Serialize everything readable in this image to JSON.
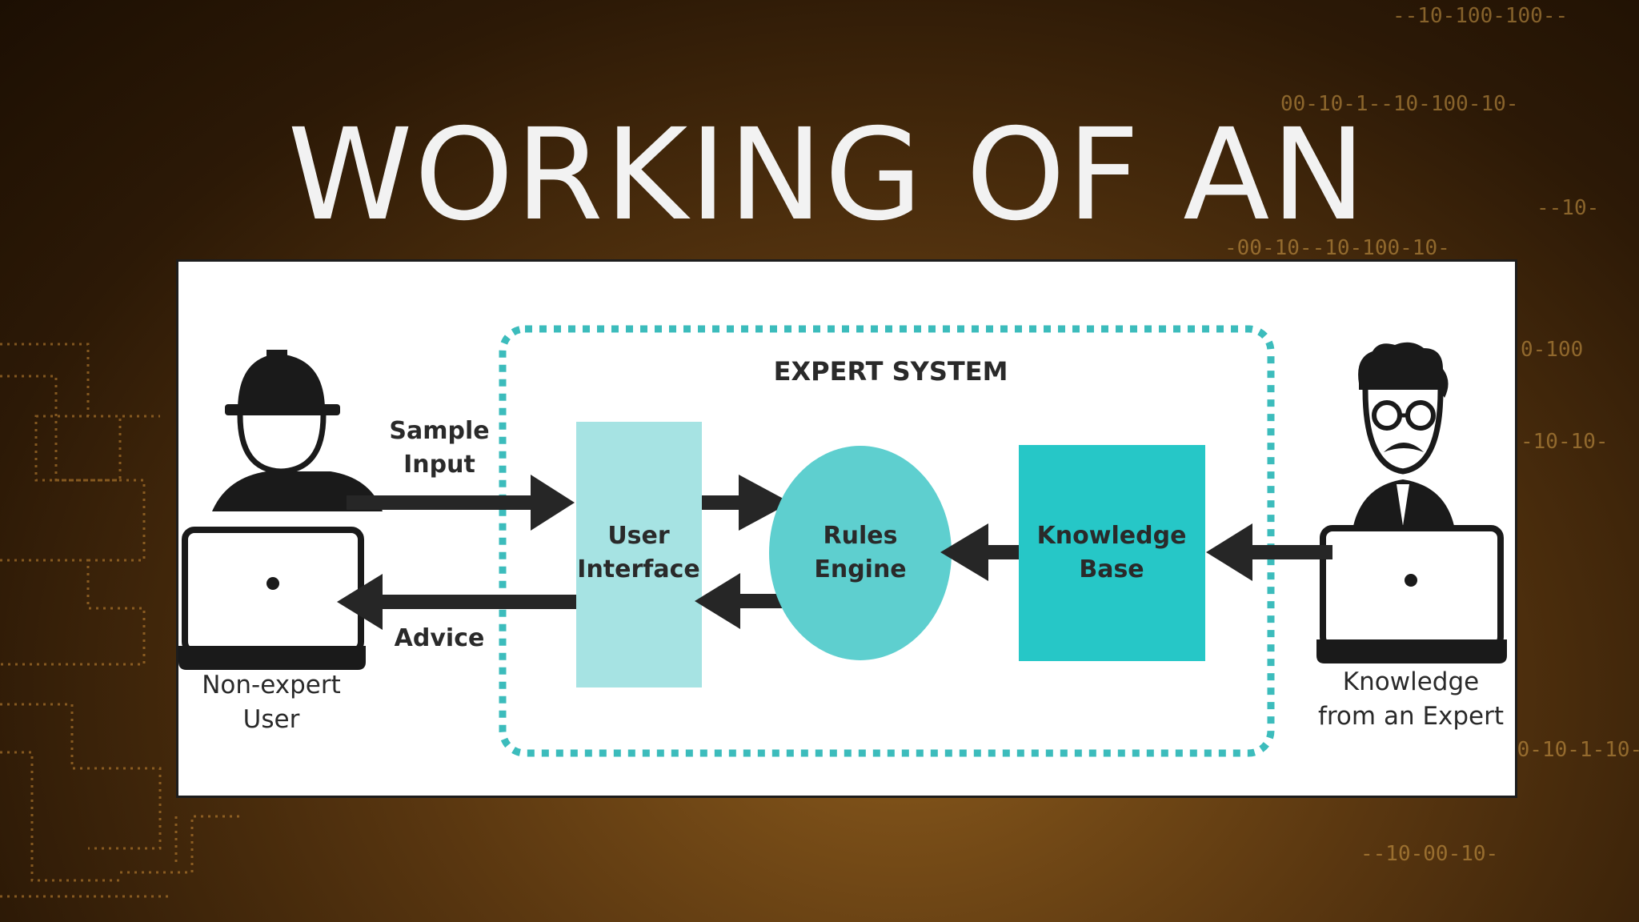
{
  "slide": {
    "title": "WORKING OF AN"
  },
  "diagram": {
    "system_label": "EXPERT SYSTEM",
    "user_label_line1": "Non-expert",
    "user_label_line2": "User",
    "expert_label_line1": "Knowledge",
    "expert_label_line2": "from an Expert",
    "input_label_line1": "Sample",
    "input_label_line2": "Input",
    "advice_label": "Advice",
    "ui_box_line1": "User",
    "ui_box_line2": "Interface",
    "engine_line1": "Rules",
    "engine_line2": "Engine",
    "kb_line1": "Knowledge",
    "kb_line2": "Base"
  },
  "background": {
    "binary_strip_1": "--10-100-100--",
    "binary_strip_2": "00-10-1--10-100-10-",
    "binary_strip_3": "--10-",
    "binary_strip_4": "-00-10--10-100-10-",
    "binary_strip_5": "0-100",
    "binary_strip_6": "-10-10-",
    "binary_strip_7": "--10-00-10-",
    "binary_strip_8": "-0-10-1-10-"
  },
  "colors": {
    "ui_box": "#a6e3e3",
    "engine": "#5ecfcf",
    "kb_box": "#26c7c7",
    "dotted_border": "#3cbcbc",
    "background_dark": "#2c1906",
    "background_light": "#8a5a1c"
  }
}
